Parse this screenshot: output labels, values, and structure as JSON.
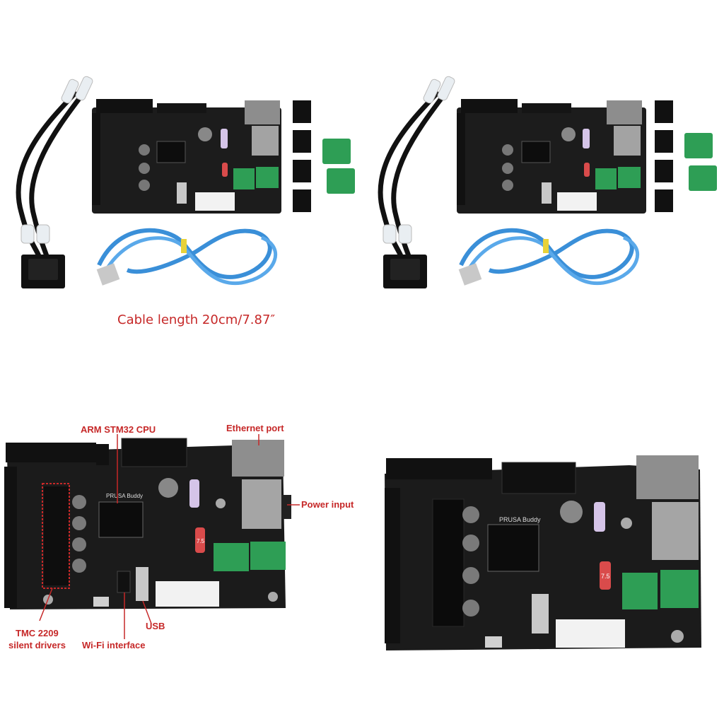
{
  "caption": "Cable length 20cm/7.87″",
  "callouts": {
    "cpu": "ARM STM32 CPU",
    "ethernet": "Ethernet port",
    "power": "Power input",
    "drivers_line1": "TMC 2209",
    "drivers_line2": "silent drivers",
    "wifi": "Wi-Fi interface",
    "usb": "USB"
  },
  "board_silkscreen": {
    "brand": "PRUSA Buddy",
    "fuse": "7.5"
  },
  "colors": {
    "pcb": "#1c1c1c",
    "terminal": "#2e9e55",
    "usb_cable": "#3a8fd8",
    "callout": "#c62828",
    "connector": "#f2f2f2"
  }
}
